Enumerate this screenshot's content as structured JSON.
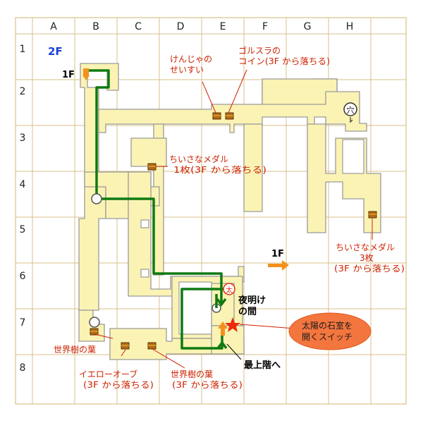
{
  "floor_label": "2F",
  "grid": {
    "columns": [
      "A",
      "B",
      "C",
      "D",
      "E",
      "F",
      "G",
      "H"
    ],
    "rows": [
      "1",
      "2",
      "3",
      "4",
      "5",
      "6",
      "7",
      "8"
    ]
  },
  "labels": {
    "stairs_1f_top": "1F",
    "stairs_1f_right": "1F",
    "hole_glyph": "穴",
    "sun_glyph": "太",
    "chest_sage_water": [
      "けんじゃの",
      "せいすい"
    ],
    "chest_golsura": [
      "ゴルスラの",
      "コイン(3F から落ちる)"
    ],
    "chest_medal_one": [
      "ちいさなメダル",
      "1枚(3F から落ちる)"
    ],
    "chest_medal_three": [
      "ちいさなメダル",
      "3枚",
      "(3F から落ちる)"
    ],
    "room_dawn": [
      "夜明け",
      "の間"
    ],
    "switch_bubble": [
      "太陽の石室を",
      "開くスイッチ"
    ],
    "stairs_top_floor": "最上階へ",
    "chest_leaf_b7": "世界樹の葉",
    "chest_yellow_orb": [
      "イエローオーブ",
      "(3F から落ちる)"
    ],
    "chest_leaf_c7": [
      "世界樹の葉",
      "(3F から落ちる)"
    ]
  },
  "colors": {
    "floor": "#fbf3b4",
    "wall": "#9a9a9a",
    "grid": "#d9c18a",
    "route": "#0f7a12",
    "stairs": "#f2921c",
    "callout": "#cc2200",
    "bubble": "#f4763f"
  }
}
